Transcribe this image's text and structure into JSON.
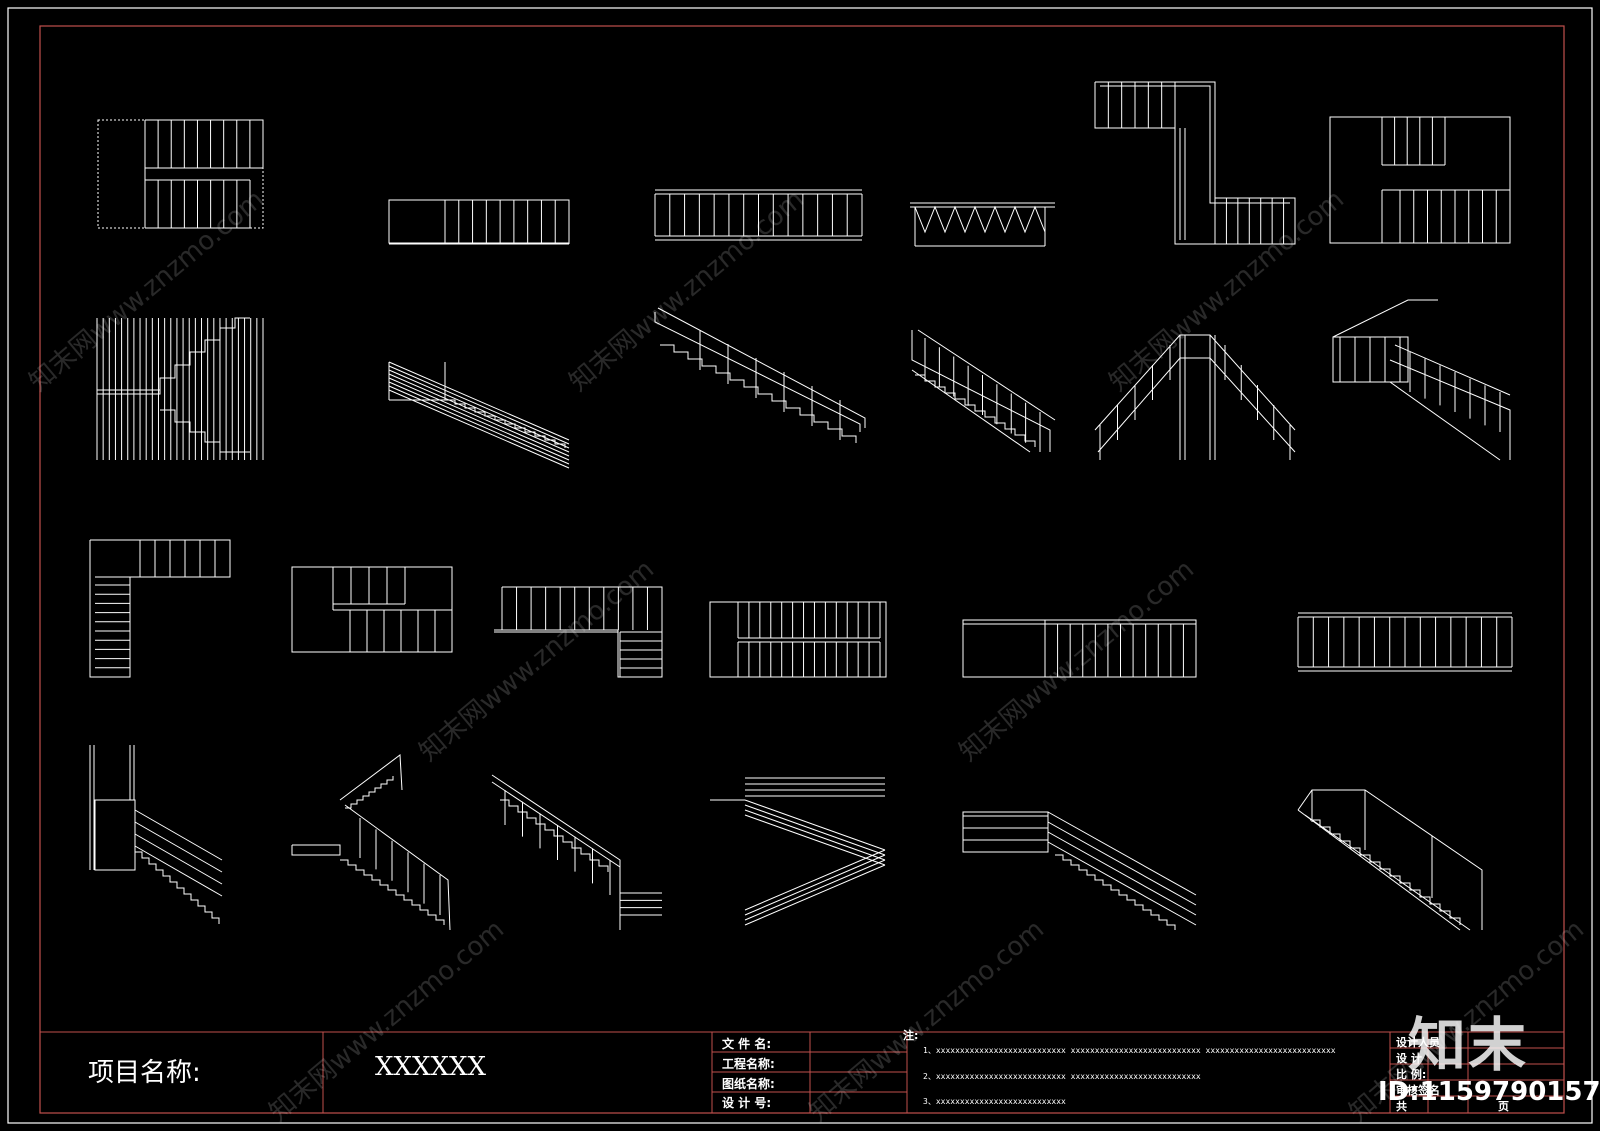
{
  "title_block": {
    "project_label": "项目名称:",
    "project_value": "XXXXXX",
    "fields": [
      "文 件 名:",
      "工程名称:",
      "图纸名称:",
      "设 计 号:"
    ],
    "note_title": "注:",
    "notes": [
      "1、xxxxxxxxxxxxxxxxxxxxxxxxxxx    xxxxxxxxxxxxxxxxxxxxxxxxxxx    xxxxxxxxxxxxxxxxxxxxxxxxxxx",
      "2、xxxxxxxxxxxxxxxxxxxxxxxxxxx    xxxxxxxxxxxxxxxxxxxxxxxxxxx",
      "3、xxxxxxxxxxxxxxxxxxxxxxxxxxx"
    ],
    "right_labels": [
      "设计人员",
      "设  计",
      "比   例:",
      "审核签名",
      "共",
      "页"
    ]
  },
  "watermark": {
    "text": "知末网www.znzmo.com",
    "logo": "知末",
    "id": "ID:1159790157"
  },
  "colors": {
    "background": "#000000",
    "line": "#ffffff",
    "frame": "#c0504d",
    "outer_frame": "#ffffff"
  }
}
